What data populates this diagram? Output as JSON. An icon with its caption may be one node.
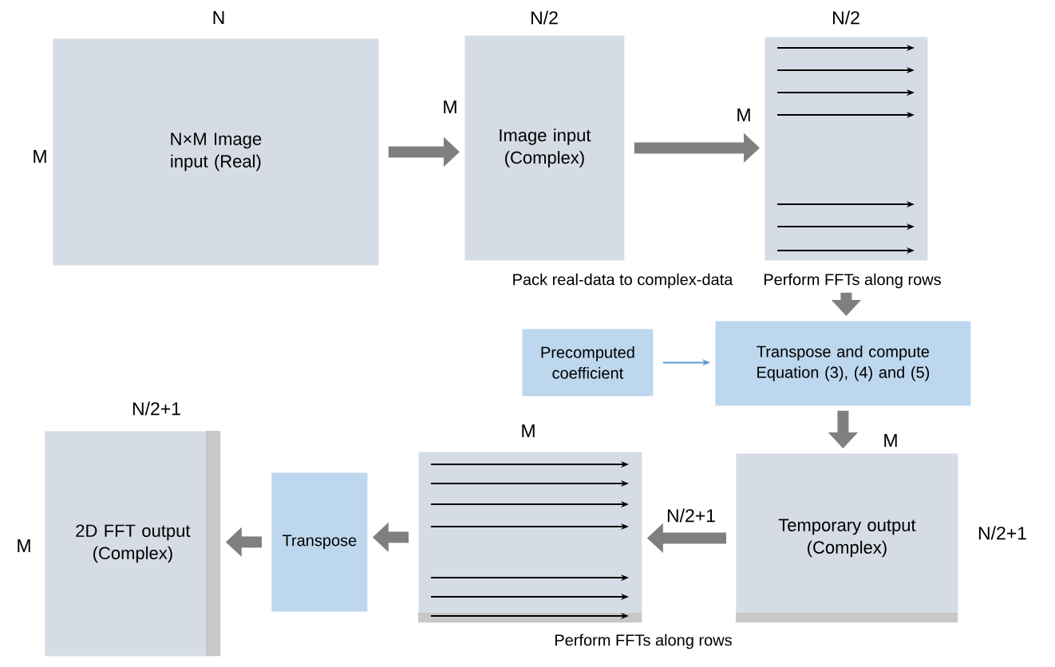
{
  "diagram": {
    "nodes": [
      {
        "text": [
          "N×M Image input (Real)"
        ],
        "beside": [
          "N",
          "M"
        ]
      },
      {
        "text": [
          "Image input (Complex)"
        ],
        "beside": [
          "N/2",
          "M",
          "Pack real-data to complex-data"
        ]
      },
      {
        "text": [],
        "shape": "box",
        "beside": [
          "N/2",
          "M",
          "Perform FFTs along rows"
        ]
      },
      {
        "text": [
          "Precomputed coefficient"
        ]
      },
      {
        "text": [
          "Transpose and compute Equation (3), (4) and (5)"
        ]
      },
      {
        "text": [
          "Temporary output (Complex)"
        ],
        "beside": [
          "M",
          "N/2+1"
        ]
      },
      {
        "text": [],
        "shape": "box",
        "beside": [
          "M",
          "N/2+1",
          "Perform FFTs along rows"
        ]
      },
      {
        "text": [
          "Transpose"
        ]
      },
      {
        "text": [
          "2D FFT output (Complex)"
        ],
        "beside": [
          "N/2+1",
          "M"
        ]
      }
    ],
    "edges": [
      {
        "from": 0,
        "to": 1,
        "arrow": "to"
      },
      {
        "from": 1,
        "to": 2,
        "arrow": "to"
      },
      {
        "from": 2,
        "to": 4,
        "arrow": "to"
      },
      {
        "from": 3,
        "to": 4,
        "arrow": "to",
        "color": "#5b9bd5"
      },
      {
        "from": 4,
        "to": 5,
        "arrow": "to"
      },
      {
        "from": 5,
        "to": 6,
        "arrow": "to"
      },
      {
        "from": 6,
        "to": 7,
        "arrow": "to"
      },
      {
        "from": 7,
        "to": 8,
        "arrow": "to"
      }
    ]
  }
}
